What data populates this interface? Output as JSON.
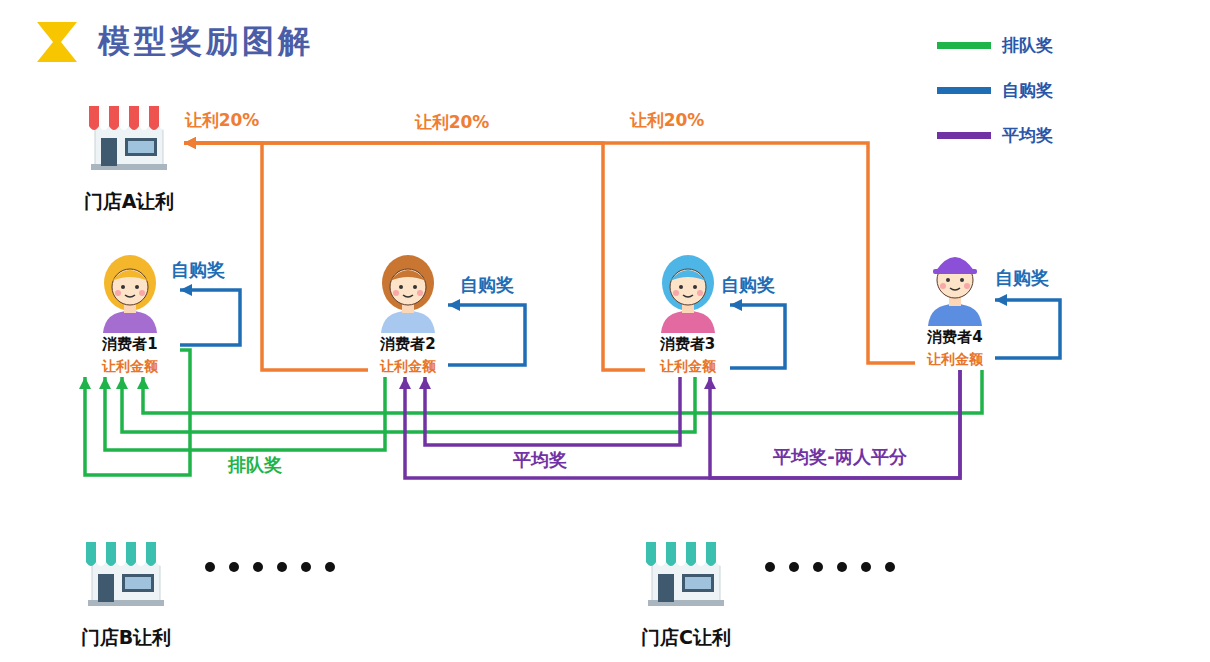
{
  "diagram": {
    "title": "模型奖励图解",
    "nodes": [
      {
        "text": [
          "门店A让利"
        ]
      },
      {
        "text": [
          "消费者1",
          "让利金额"
        ]
      },
      {
        "text": [
          "消费者2",
          "让利金额"
        ]
      },
      {
        "text": [
          "消费者3",
          "让利金额"
        ]
      },
      {
        "text": [
          "消费者4",
          "让利金额"
        ]
      },
      {
        "text": [
          "门店B让利"
        ]
      },
      {
        "text": [
          "门店C让利"
        ]
      }
    ],
    "edges": [
      {
        "from": 2,
        "to": 0,
        "label": "让利20%",
        "arrow": "to"
      },
      {
        "from": 3,
        "to": 0,
        "label": "让利20%",
        "arrow": "to"
      },
      {
        "from": 4,
        "to": 0,
        "label": "让利20%",
        "arrow": "to"
      },
      {
        "from": 1,
        "to": 1,
        "label": "自购奖",
        "arrow": "to"
      },
      {
        "from": 2,
        "to": 2,
        "label": "自购奖",
        "arrow": "to"
      },
      {
        "from": 3,
        "to": 3,
        "label": "自购奖",
        "arrow": "to"
      },
      {
        "from": 4,
        "to": 4,
        "label": "自购奖",
        "arrow": "to"
      },
      {
        "from": 1,
        "to": 1,
        "label": "排队奖",
        "arrow": "to"
      },
      {
        "from": 2,
        "to": 1,
        "arrow": "to"
      },
      {
        "from": 3,
        "to": 1,
        "arrow": "to"
      },
      {
        "from": 4,
        "to": 1,
        "arrow": "to"
      },
      {
        "from": 3,
        "to": 2,
        "label": "平均奖",
        "arrow": "to"
      },
      {
        "from": 4,
        "to": 2,
        "label": "平均奖-两人平分",
        "arrow": "to"
      },
      {
        "from": 4,
        "to": 3,
        "arrow": "to"
      }
    ],
    "legend": [
      {
        "text": "排队奖",
        "color": "#1fb44a"
      },
      {
        "text": "自购奖",
        "color": "#1f6db5"
      },
      {
        "text": "平均奖",
        "color": "#7133a3"
      }
    ]
  }
}
